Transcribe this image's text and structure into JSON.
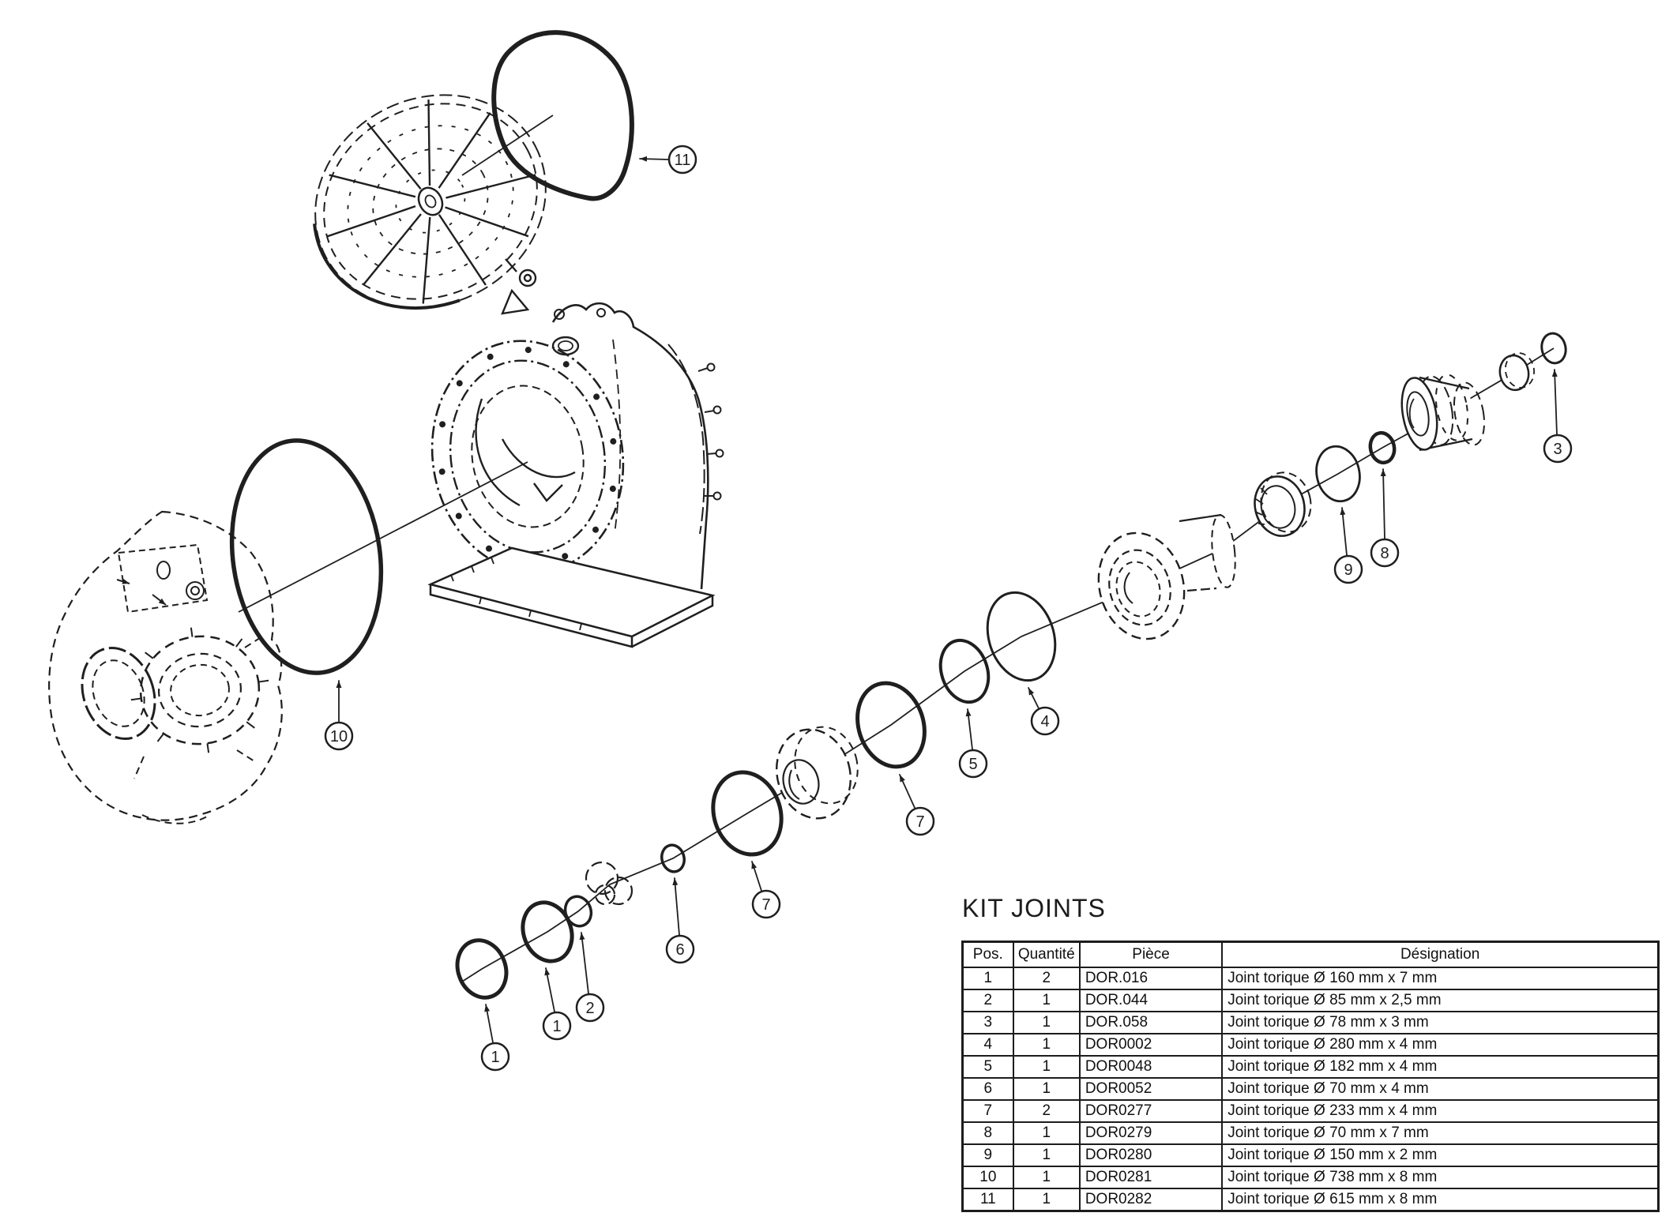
{
  "title": "KIT JOINTS",
  "colors": {
    "line": "#1f1f1f",
    "background": "#ffffff"
  },
  "diagram": {
    "callouts": [
      {
        "id": "11",
        "label": "11"
      },
      {
        "id": "10",
        "label": "10"
      },
      {
        "id": "1a",
        "label": "1"
      },
      {
        "id": "1b",
        "label": "1"
      },
      {
        "id": "2",
        "label": "2"
      },
      {
        "id": "6",
        "label": "6"
      },
      {
        "id": "7a",
        "label": "7"
      },
      {
        "id": "7b",
        "label": "7"
      },
      {
        "id": "5",
        "label": "5"
      },
      {
        "id": "4",
        "label": "4"
      },
      {
        "id": "9",
        "label": "9"
      },
      {
        "id": "8",
        "label": "8"
      },
      {
        "id": "3",
        "label": "3"
      }
    ]
  },
  "parts_table": {
    "headers": [
      "Pos.",
      "Quantité",
      "Pièce",
      "Désignation"
    ],
    "rows": [
      [
        "1",
        "2",
        "DOR.016",
        "Joint torique Ø 160 mm x 7 mm"
      ],
      [
        "2",
        "1",
        "DOR.044",
        "Joint torique Ø 85 mm x 2,5 mm"
      ],
      [
        "3",
        "1",
        "DOR.058",
        "Joint torique Ø 78 mm x 3 mm"
      ],
      [
        "4",
        "1",
        "DOR0002",
        "Joint torique Ø 280 mm x 4 mm"
      ],
      [
        "5",
        "1",
        "DOR0048",
        "Joint torique Ø 182 mm x 4 mm"
      ],
      [
        "6",
        "1",
        "DOR0052",
        "Joint torique Ø 70 mm x 4 mm"
      ],
      [
        "7",
        "2",
        "DOR0277",
        "Joint torique Ø 233 mm x 4 mm"
      ],
      [
        "8",
        "1",
        "DOR0279",
        "Joint torique Ø 70 mm x 7 mm"
      ],
      [
        "9",
        "1",
        "DOR0280",
        "Joint torique Ø 150 mm x 2 mm"
      ],
      [
        "10",
        "1",
        "DOR0281",
        "Joint torique Ø 738 mm x 8 mm"
      ],
      [
        "11",
        "1",
        "DOR0282",
        "Joint torique Ø 615 mm x 8 mm"
      ]
    ]
  }
}
